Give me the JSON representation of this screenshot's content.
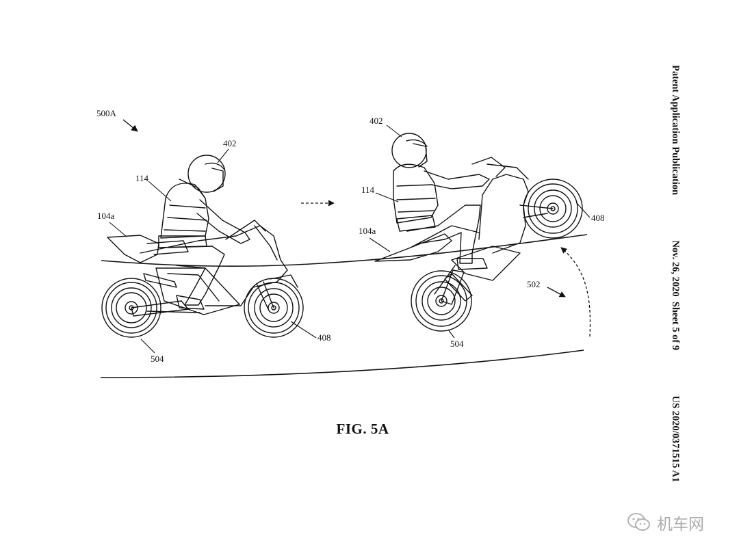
{
  "header": {
    "publication": "Patent Application Publication",
    "date_sheet": "Nov. 26, 2020  Sheet 5 of 9",
    "number": "US 2020/0371515 A1"
  },
  "figure": {
    "caption": "FIG. 5A",
    "ref_500A": "500A",
    "ref_502": "502",
    "left_labels": {
      "rider": "402",
      "vest": "114",
      "seat": "104a",
      "front_wheel": "408",
      "rear_wheel": "504"
    },
    "right_labels": {
      "rider": "402",
      "vest": "114",
      "seat": "104a",
      "front_wheel": "408",
      "rear_wheel": "504"
    }
  },
  "watermark": {
    "text": "机车网",
    "icon": "wechat-icon"
  }
}
